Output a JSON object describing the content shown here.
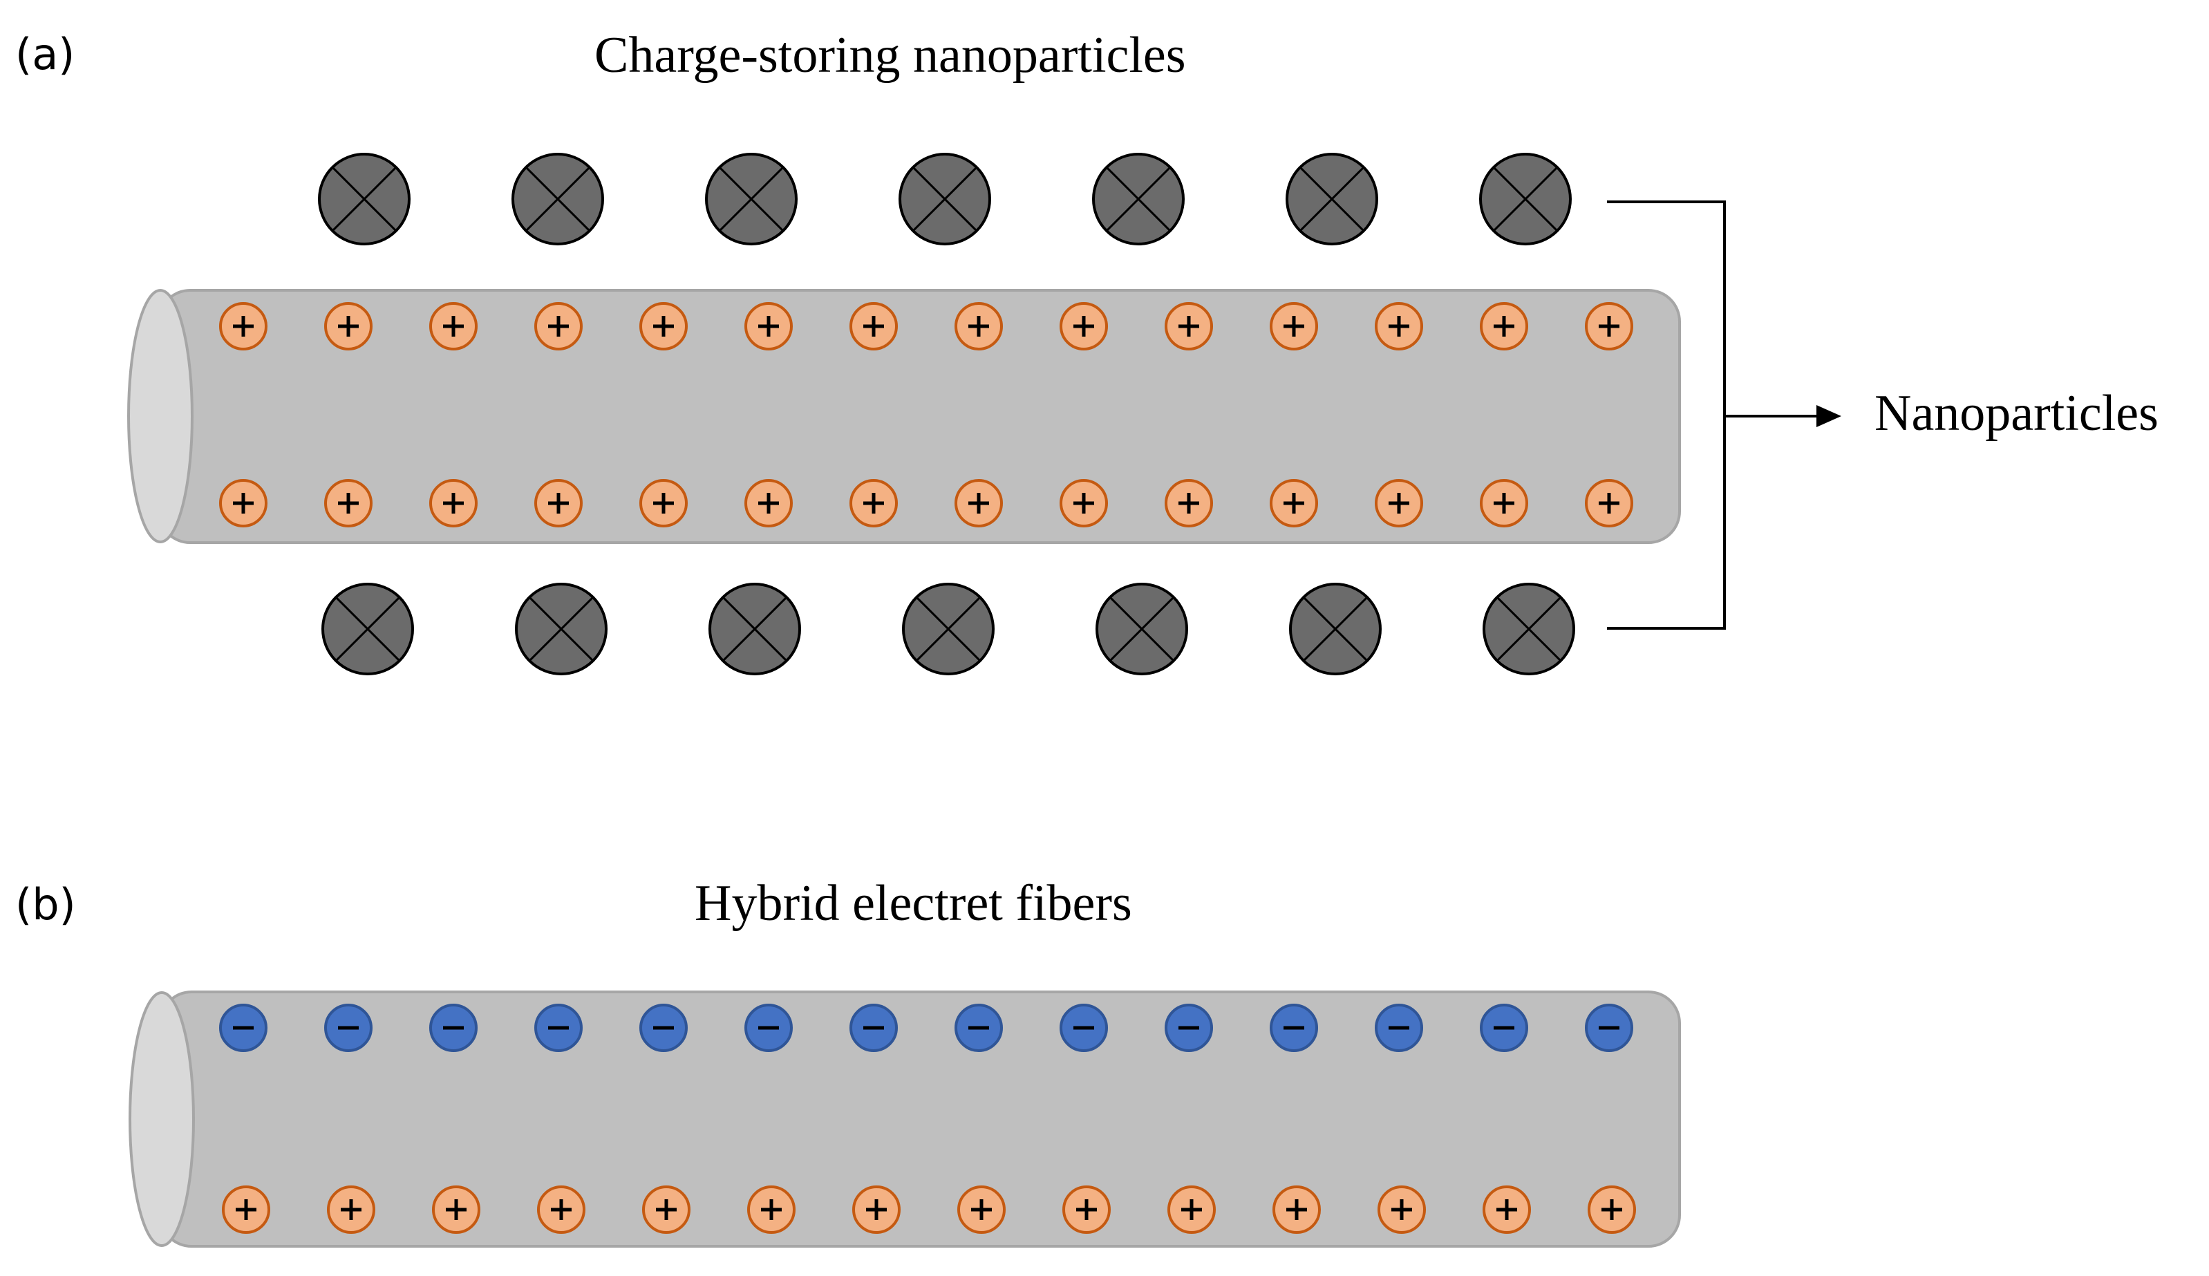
{
  "panel_a": {
    "label": "(a)",
    "title": "Charge-storing nanoparticles",
    "callout_label": "Nanoparticles",
    "fiber_top_row_charge": "+",
    "fiber_bottom_row_charge": "+",
    "nanoparticles_above": 7,
    "nanoparticles_below": 7,
    "charges_per_row": 14
  },
  "panel_b": {
    "label": "(b)",
    "title": "Hybrid electret fibers",
    "fiber_top_row_charge": "-",
    "fiber_bottom_row_charge": "+",
    "charges_per_row": 14
  },
  "colors": {
    "fiber_body": "#bfbfbf",
    "fiber_end": "#d9d9d9",
    "fiber_edge": "#a6a6a6",
    "positive_charge_fill": "#f4b183",
    "positive_charge_stroke": "#c55a11",
    "negative_charge_fill": "#4472c4",
    "negative_charge_stroke": "#2f5597",
    "nanoparticle_fill": "#6b6b6b",
    "nanoparticle_stroke": "#000000"
  }
}
